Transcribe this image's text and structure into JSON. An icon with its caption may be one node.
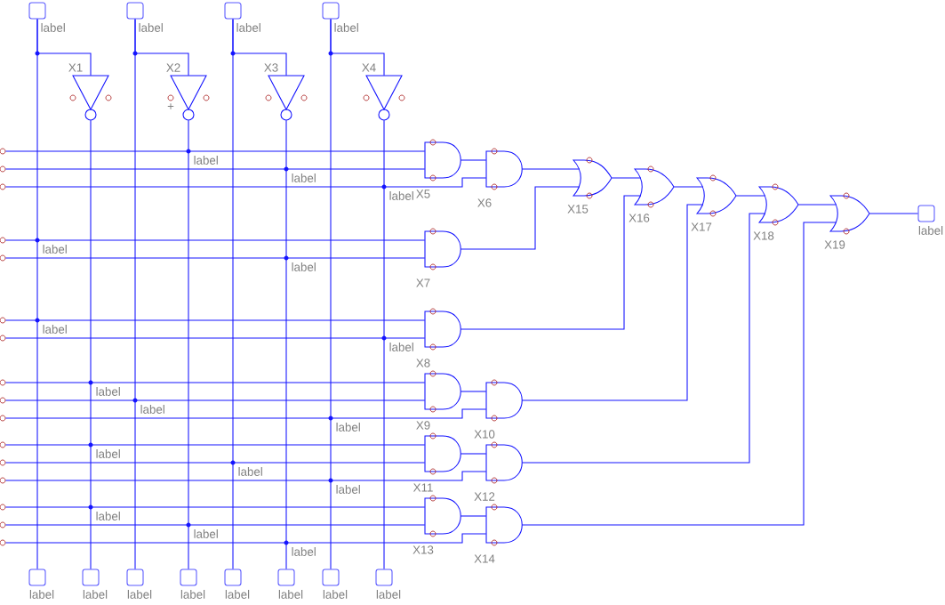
{
  "diagram": {
    "nodes": [
      {
        "text": [],
        "shape": "box",
        "beside": [
          "label"
        ]
      },
      {
        "text": [],
        "shape": "box",
        "beside": [
          "label"
        ]
      },
      {
        "text": [],
        "shape": "box",
        "beside": [
          "label"
        ]
      },
      {
        "text": [],
        "shape": "box",
        "beside": [
          "label"
        ]
      },
      {
        "text": [
          "X1"
        ]
      },
      {
        "text": [
          "X2"
        ]
      },
      {
        "text": [
          "X3"
        ]
      },
      {
        "text": [
          "X4"
        ]
      },
      {
        "text": [
          "X5"
        ]
      },
      {
        "text": [
          "X6"
        ]
      },
      {
        "text": [
          "X7"
        ]
      },
      {
        "text": [
          "X8"
        ]
      },
      {
        "text": [
          "X9"
        ]
      },
      {
        "text": [
          "X10"
        ]
      },
      {
        "text": [
          "X11"
        ]
      },
      {
        "text": [
          "X12"
        ]
      },
      {
        "text": [
          "X13"
        ]
      },
      {
        "text": [
          "X14"
        ]
      },
      {
        "text": [
          "X15"
        ]
      },
      {
        "text": [
          "X16"
        ]
      },
      {
        "text": [
          "X17"
        ]
      },
      {
        "text": [
          "X18"
        ]
      },
      {
        "text": [
          "X19"
        ]
      },
      {
        "text": [],
        "shape": "box",
        "beside": [
          "label"
        ]
      },
      {
        "text": [],
        "shape": "box",
        "beside": [
          "label"
        ]
      },
      {
        "text": [],
        "shape": "box",
        "beside": [
          "label"
        ]
      },
      {
        "text": [],
        "shape": "box",
        "beside": [
          "label"
        ]
      },
      {
        "text": [],
        "shape": "box",
        "beside": [
          "label"
        ]
      },
      {
        "text": [],
        "shape": "box",
        "beside": [
          "label"
        ]
      },
      {
        "text": [],
        "shape": "box",
        "beside": [
          "label"
        ]
      },
      {
        "text": [],
        "shape": "box",
        "beside": [
          "label"
        ]
      },
      {
        "text": [],
        "shape": "box",
        "beside": [
          "label"
        ]
      },
      {
        "text": [],
        "shape": "circle"
      },
      {
        "text": [],
        "shape": "circle"
      },
      {
        "text": [],
        "shape": "circle"
      },
      {
        "text": [],
        "shape": "circle"
      },
      {
        "text": [],
        "shape": "circle"
      },
      {
        "text": [],
        "shape": "circle"
      },
      {
        "text": [],
        "shape": "circle"
      },
      {
        "text": [],
        "shape": "circle"
      },
      {
        "text": [],
        "shape": "circle"
      },
      {
        "text": [],
        "shape": "circle"
      },
      {
        "text": [],
        "shape": "circle"
      },
      {
        "text": [],
        "shape": "circle"
      },
      {
        "text": [],
        "shape": "circle"
      },
      {
        "text": [],
        "shape": "circle"
      },
      {
        "text": [],
        "shape": "circle"
      },
      {
        "text": [],
        "shape": "circle"
      }
    ],
    "edges": [
      {
        "from": 0,
        "to": 24,
        "arrow": "none"
      },
      {
        "from": 0,
        "to": 4,
        "arrow": "none"
      },
      {
        "from": 4,
        "to": 25,
        "arrow": "none"
      },
      {
        "from": 1,
        "to": 26,
        "arrow": "none"
      },
      {
        "from": 1,
        "to": 5,
        "arrow": "none"
      },
      {
        "from": 5,
        "to": 27,
        "arrow": "none"
      },
      {
        "from": 2,
        "to": 28,
        "arrow": "none"
      },
      {
        "from": 2,
        "to": 6,
        "arrow": "none"
      },
      {
        "from": 6,
        "to": 29,
        "arrow": "none"
      },
      {
        "from": 3,
        "to": 30,
        "arrow": "none"
      },
      {
        "from": 3,
        "to": 7,
        "arrow": "none"
      },
      {
        "from": 7,
        "to": 31,
        "arrow": "none"
      },
      {
        "from": 32,
        "to": 8,
        "arrow": "none"
      },
      {
        "from": 33,
        "to": 8,
        "arrow": "none"
      },
      {
        "from": 34,
        "to": 9,
        "arrow": "none"
      },
      {
        "from": 35,
        "to": 10,
        "arrow": "none"
      },
      {
        "from": 36,
        "to": 10,
        "arrow": "none"
      },
      {
        "from": 37,
        "to": 11,
        "arrow": "none"
      },
      {
        "from": 38,
        "to": 11,
        "arrow": "none"
      },
      {
        "from": 39,
        "to": 12,
        "arrow": "none"
      },
      {
        "from": 40,
        "to": 12,
        "arrow": "none"
      },
      {
        "from": 41,
        "to": 13,
        "arrow": "none"
      },
      {
        "from": 42,
        "to": 14,
        "arrow": "none"
      },
      {
        "from": 43,
        "to": 14,
        "arrow": "none"
      },
      {
        "from": 44,
        "to": 15,
        "arrow": "none"
      },
      {
        "from": 45,
        "to": 16,
        "arrow": "none"
      },
      {
        "from": 46,
        "to": 16,
        "arrow": "none"
      },
      {
        "from": 47,
        "to": 17,
        "arrow": "none"
      },
      {
        "from": 8,
        "to": 9,
        "arrow": "none"
      },
      {
        "from": 12,
        "to": 13,
        "arrow": "none"
      },
      {
        "from": 14,
        "to": 15,
        "arrow": "none"
      },
      {
        "from": 16,
        "to": 17,
        "arrow": "none"
      },
      {
        "from": 9,
        "to": 18,
        "arrow": "none"
      },
      {
        "from": 10,
        "to": 18,
        "arrow": "none"
      },
      {
        "from": 18,
        "to": 19,
        "arrow": "none"
      },
      {
        "from": 11,
        "to": 19,
        "arrow": "none"
      },
      {
        "from": 19,
        "to": 20,
        "arrow": "none"
      },
      {
        "from": 13,
        "to": 20,
        "arrow": "none"
      },
      {
        "from": 20,
        "to": 21,
        "arrow": "none"
      },
      {
        "from": 15,
        "to": 21,
        "arrow": "none"
      },
      {
        "from": 21,
        "to": 22,
        "arrow": "none"
      },
      {
        "from": 17,
        "to": 22,
        "arrow": "none"
      },
      {
        "from": 22,
        "to": 23,
        "arrow": "none"
      }
    ],
    "labels": [
      "+",
      "label",
      "label",
      "label",
      "label",
      "label",
      "label",
      "label",
      "label",
      "label",
      "label",
      "label",
      "label",
      "label",
      "label",
      "label",
      "label"
    ]
  }
}
